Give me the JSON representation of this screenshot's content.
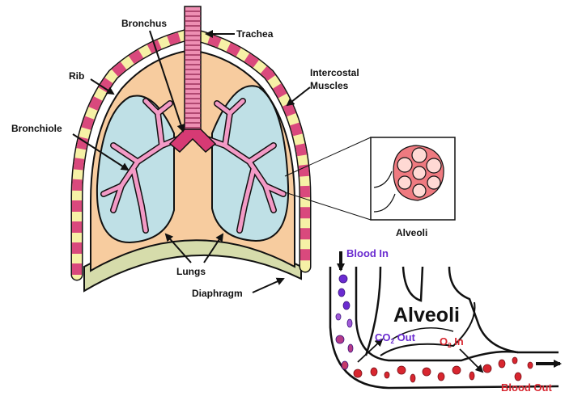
{
  "labels": {
    "bronchus": "Bronchus",
    "trachea": "Trachea",
    "rib": "Rib",
    "intercostal_line1": "Intercostal",
    "intercostal_line2": "Muscles",
    "bronchiole": "Bronchiole",
    "alveoli_small": "Alveoli",
    "lungs": "Lungs",
    "diaphragm": "Diaphragm"
  },
  "exchange": {
    "title": "Alveoli",
    "blood_in": "Blood In",
    "blood_out": "Blood Out",
    "co2_base": "CO",
    "co2_sub": "2",
    "co2_suffix": " Out",
    "o2_base": "O",
    "o2_sub": "2",
    "o2_suffix": " In"
  },
  "colors": {
    "trachea_ring": "#d63a74",
    "trachea_gap": "#ee8fb3",
    "rib": "#f6f1a6",
    "muscle": "#d9497d",
    "chest_fill": "#f7cc9f",
    "lung_fill": "#bfe0e6",
    "bronchial_tree": "#f39ac6",
    "diaphragm": "#d6dcab",
    "blood_in": "#6a2bd0",
    "blood_out": "#d8262f",
    "alveoli_sac": "#ef7a80"
  }
}
